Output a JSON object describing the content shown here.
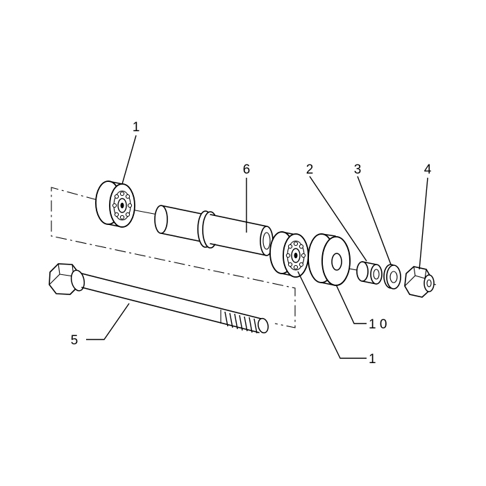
{
  "callouts": {
    "bearing_top": "1",
    "sleeve": "6",
    "spacer": "2",
    "washer": "3",
    "nut_right": "4",
    "bolt": "5",
    "bushing": "1 0",
    "bearing_bottom": "1"
  },
  "colors": {
    "ink": "#000000",
    "background": "#ffffff"
  }
}
